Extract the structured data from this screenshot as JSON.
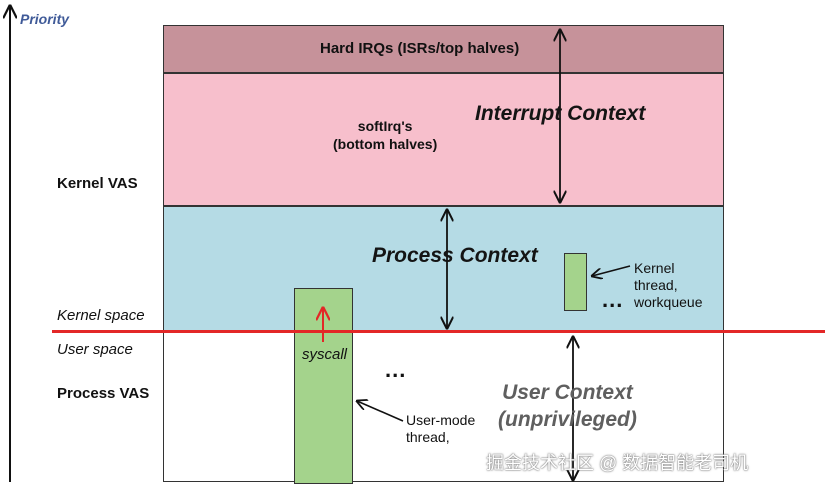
{
  "axis": {
    "priority_label": "Priority"
  },
  "left_labels": {
    "kernel_vas": "Kernel VAS",
    "kernel_space": "Kernel space",
    "user_space": "User space",
    "process_vas": "Process VAS"
  },
  "bands": {
    "hard_irq": "Hard IRQs (ISRs/top halves)",
    "softirq": "softIrq's\n(bottom halves)",
    "interrupt_context": "Interrupt Context",
    "process_context": "Process  Context",
    "user_context": "User  Context\n(unprivileged)"
  },
  "threads": {
    "kernel_thread_label": "Kernel\nthread,\nworkqueue",
    "user_thread_label": "User-mode\nthread,",
    "syscall_label": "syscall",
    "ellipsis": "..."
  },
  "watermark": "掘金技术社区 @ 数据智能老司机",
  "colors": {
    "hard_irq": "#c6929a",
    "softirq": "#f7bfcc",
    "process": "#b5dbe5",
    "thread": "#a4d38c",
    "boundary": "#e32727",
    "priority_text": "#3f5a98"
  }
}
